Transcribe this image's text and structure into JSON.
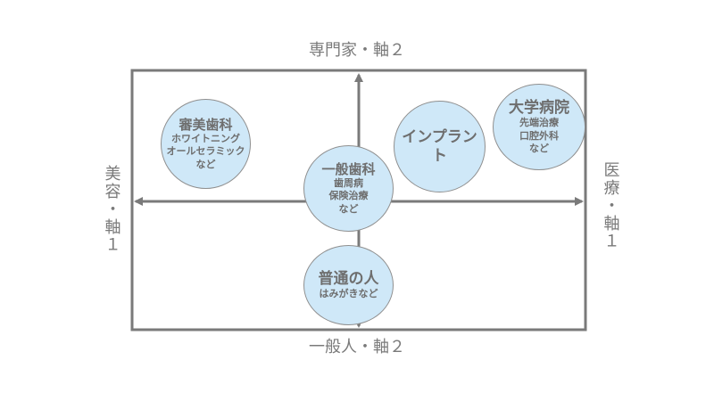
{
  "axes": {
    "top_label": "専門家・軸２",
    "bottom_label": "一般人・軸２",
    "left_label": "美容・軸１",
    "right_label": "医療・軸１"
  },
  "bubbles": {
    "shinbi": {
      "title": "審美歯科",
      "lines": [
        "ホワイトニング",
        "オールセラミック",
        "など"
      ]
    },
    "ippan": {
      "title": "一般歯科",
      "lines": [
        "歯周病",
        "保険治療",
        "など"
      ]
    },
    "implant": {
      "title": "インプラント"
    },
    "daigaku": {
      "title": "大学病院",
      "lines": [
        "先端治療",
        "口腔外科",
        "など"
      ]
    },
    "futsu": {
      "title": "普通の人",
      "lines": [
        "はみがきなど"
      ]
    }
  },
  "colors": {
    "bubble_fill": "#cfe8f8",
    "line": "#7a7a7a",
    "text": "#6e6e6e"
  }
}
